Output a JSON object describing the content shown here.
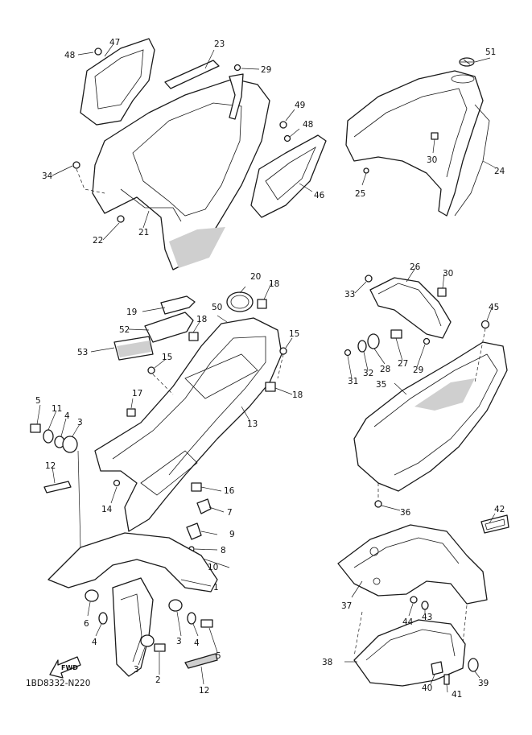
{
  "diagram": {
    "code": "1BD8332-N220",
    "fwd_label": "FWD",
    "callouts": {
      "c1": "1",
      "c2": "2",
      "c3a": "3",
      "c3b": "3",
      "c3c": "3",
      "c4a": "4",
      "c4b": "4",
      "c4c": "4",
      "c5a": "5",
      "c5b": "5",
      "c6": "6",
      "c7": "7",
      "c8": "8",
      "c9": "9",
      "c10": "10",
      "c11": "11",
      "c12a": "12",
      "c12b": "12",
      "c13": "13",
      "c14": "14",
      "c15a": "15",
      "c15b": "15",
      "c16": "16",
      "c17": "17",
      "c18a": "18",
      "c18b": "18",
      "c18c": "18",
      "c19": "19",
      "c20": "20",
      "c21": "21",
      "c22": "22",
      "c23": "23",
      "c24": "24",
      "c25": "25",
      "c26": "26",
      "c27": "27",
      "c28": "28",
      "c29a": "29",
      "c29b": "29",
      "c30a": "30",
      "c30b": "30",
      "c31": "31",
      "c32": "32",
      "c33": "33",
      "c34": "34",
      "c35": "35",
      "c36": "36",
      "c37": "37",
      "c38": "38",
      "c39": "39",
      "c40": "40",
      "c41": "41",
      "c42": "42",
      "c43": "43",
      "c44": "44",
      "c45": "45",
      "c46": "46",
      "c47": "47",
      "c48a": "48",
      "c48b": "48",
      "c49": "49",
      "c50": "50",
      "c51": "51",
      "c52": "52",
      "c53": "53"
    }
  }
}
